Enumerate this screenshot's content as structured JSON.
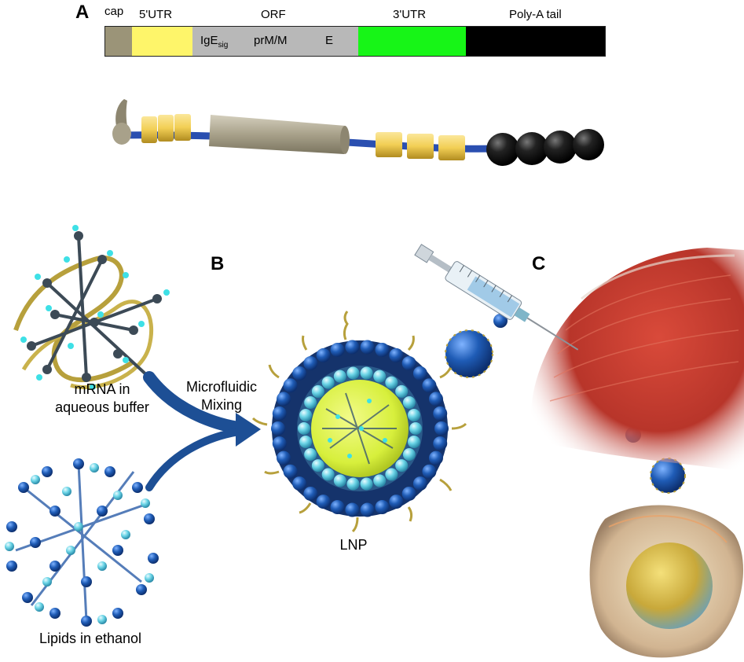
{
  "panels": {
    "a": "A",
    "b": "B",
    "c": "C"
  },
  "mrna_construct": {
    "labels": {
      "cap": "cap",
      "utr5": "5'UTR",
      "orf": "ORF",
      "utr3": "3'UTR",
      "polya": "Poly-A tail"
    },
    "orf_elements": {
      "ige": "IgE",
      "ige_sub": "sig",
      "prm": "prM/M",
      "e": "E"
    },
    "colors": {
      "cap": "#9b9478",
      "utr5": "#fef56a",
      "orf": "#b8b8b8",
      "utr3": "#17f517",
      "polya": "#000000",
      "strand": "#2a4fb0",
      "bead": "#f2cf55"
    }
  },
  "process": {
    "mrna_label_line1": "mRNA in",
    "mrna_label_line2": "aqueous buffer",
    "lipids_label": "Lipids in  ethanol",
    "mixing_line1": "Microfluidic",
    "mixing_line2": "Mixing",
    "lnp_label": "LNP",
    "colors": {
      "arrow": "#1d4f95",
      "outer_lipid": "#1f5cb6",
      "inner_lipid": "#6ad4e6",
      "core": "#d7ef3c",
      "muscle": "#b8352a"
    }
  }
}
